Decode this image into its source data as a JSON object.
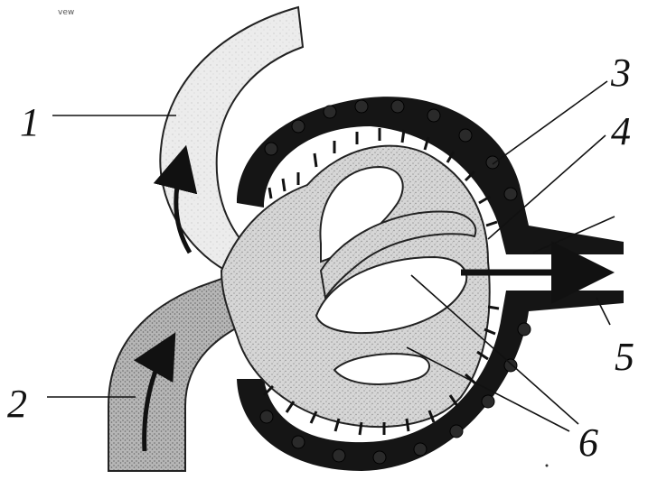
{
  "corner_mark": "vew",
  "labels": {
    "l1": "1",
    "l2": "2",
    "l3": "3",
    "l4": "4",
    "l5": "5",
    "l6": "6"
  },
  "colors": {
    "vessel_fill": "#cfcfcf",
    "vessel_dark": "#9a9a9a",
    "capsule_outer": "#111111",
    "line": "#111111",
    "background": "#ffffff"
  }
}
